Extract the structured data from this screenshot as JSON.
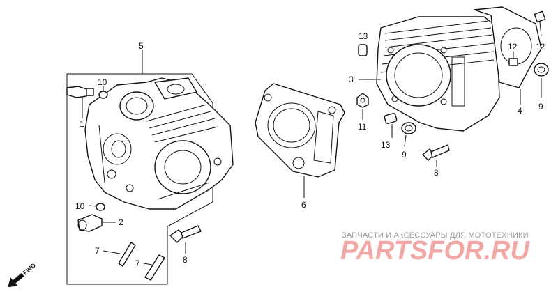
{
  "callouts": {
    "c1": "1",
    "c2": "2",
    "c3": "3",
    "c4": "4",
    "c5": "5",
    "c6": "6",
    "c7a": "7",
    "c7b": "7",
    "c8a": "8",
    "c8b": "8",
    "c9a": "9",
    "c9b": "9",
    "c10a": "10",
    "c10b": "10",
    "c11": "11",
    "c12a": "12",
    "c12b": "12",
    "c13a": "13",
    "c13b": "13"
  },
  "direction": {
    "label": "FWD"
  },
  "watermark": {
    "tagline": "ЗАПЧАСТИ И АКСЕССУАРЫ ДЛЯ МОТОТЕХНИКИ",
    "logo": "PARTSFOR.RU",
    "color": "#f2a7a7"
  }
}
